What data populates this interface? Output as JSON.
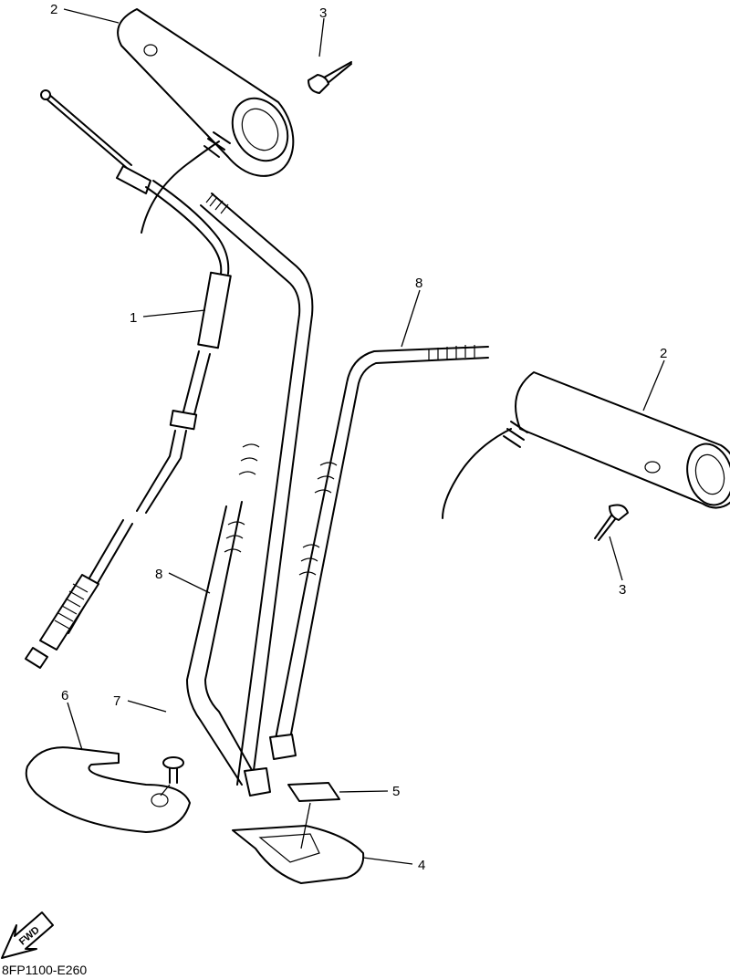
{
  "callouts": {
    "c1": "1",
    "c2a": "2",
    "c2b": "2",
    "c3a": "3",
    "c3b": "3",
    "c4": "4",
    "c5": "5",
    "c6": "6",
    "c7": "7",
    "c8a": "8",
    "c8b": "8"
  },
  "fwd_label": "FWD",
  "diagram_code": "8FP1100-E260",
  "icons": {
    "fwd": "fwd-arrow-icon"
  }
}
